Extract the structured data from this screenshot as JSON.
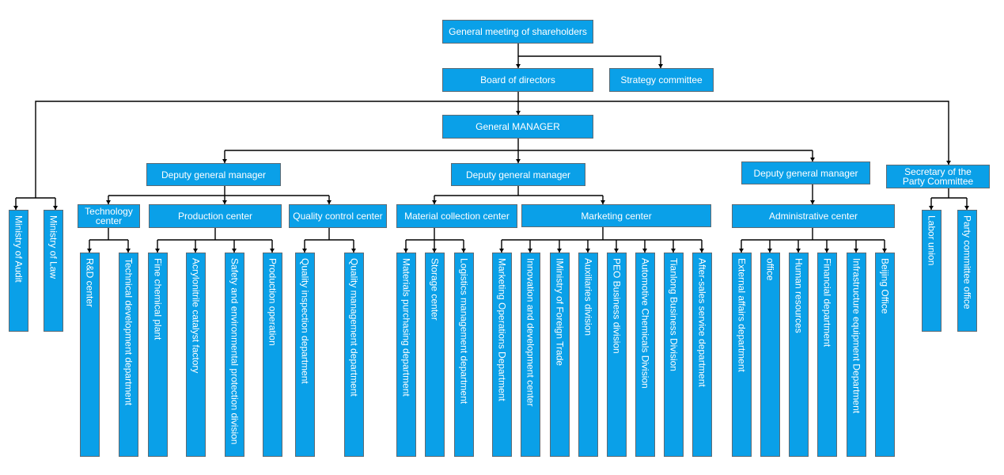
{
  "org": {
    "shareholders": "General meeting of shareholders",
    "board": "Board of directors",
    "strategy": "Strategy committee",
    "general_manager": "General MANAGER",
    "deputy_left": "Deputy general manager",
    "deputy_mid": "Deputy general manager",
    "deputy_right": "Deputy general manager",
    "party_secretary": "Secretary of the Party Committee",
    "audit": "Ministry of Audit",
    "law": "Ministry of Law",
    "technology_center": "Technology center",
    "production_center": "Production center",
    "quality_center": "Quality control center",
    "material_center": "Material collection center",
    "marketing_center": "Marketing center",
    "admin_center": "Administrative center",
    "labor_union": "Labor union",
    "party_office": "Party committee office",
    "tech_units": [
      "R&D center",
      "Technical development department"
    ],
    "production_units": [
      "Fine chemical plant",
      "Acrylonitrile catalyst factory",
      "Safety and environmental protection division",
      "Production operation"
    ],
    "quality_units": [
      "Quality inspection department",
      "Quality management department"
    ],
    "material_units": [
      "Materials purchasing department",
      "Storage center",
      "Logistics management department"
    ],
    "marketing_units": [
      "Marketing Operations Department",
      "Innovation and development center",
      "IMinistry of Foreign Trade",
      "Auxiliaries division",
      "PEO Business division",
      "Automotive Chemicals Division",
      "Tianlong Business Division",
      "After-sales service department"
    ],
    "admin_units": [
      "External affairs department",
      "office",
      "Human resources",
      "Financial department",
      "Infrastructure equipment Department",
      "Beijing Office"
    ]
  }
}
